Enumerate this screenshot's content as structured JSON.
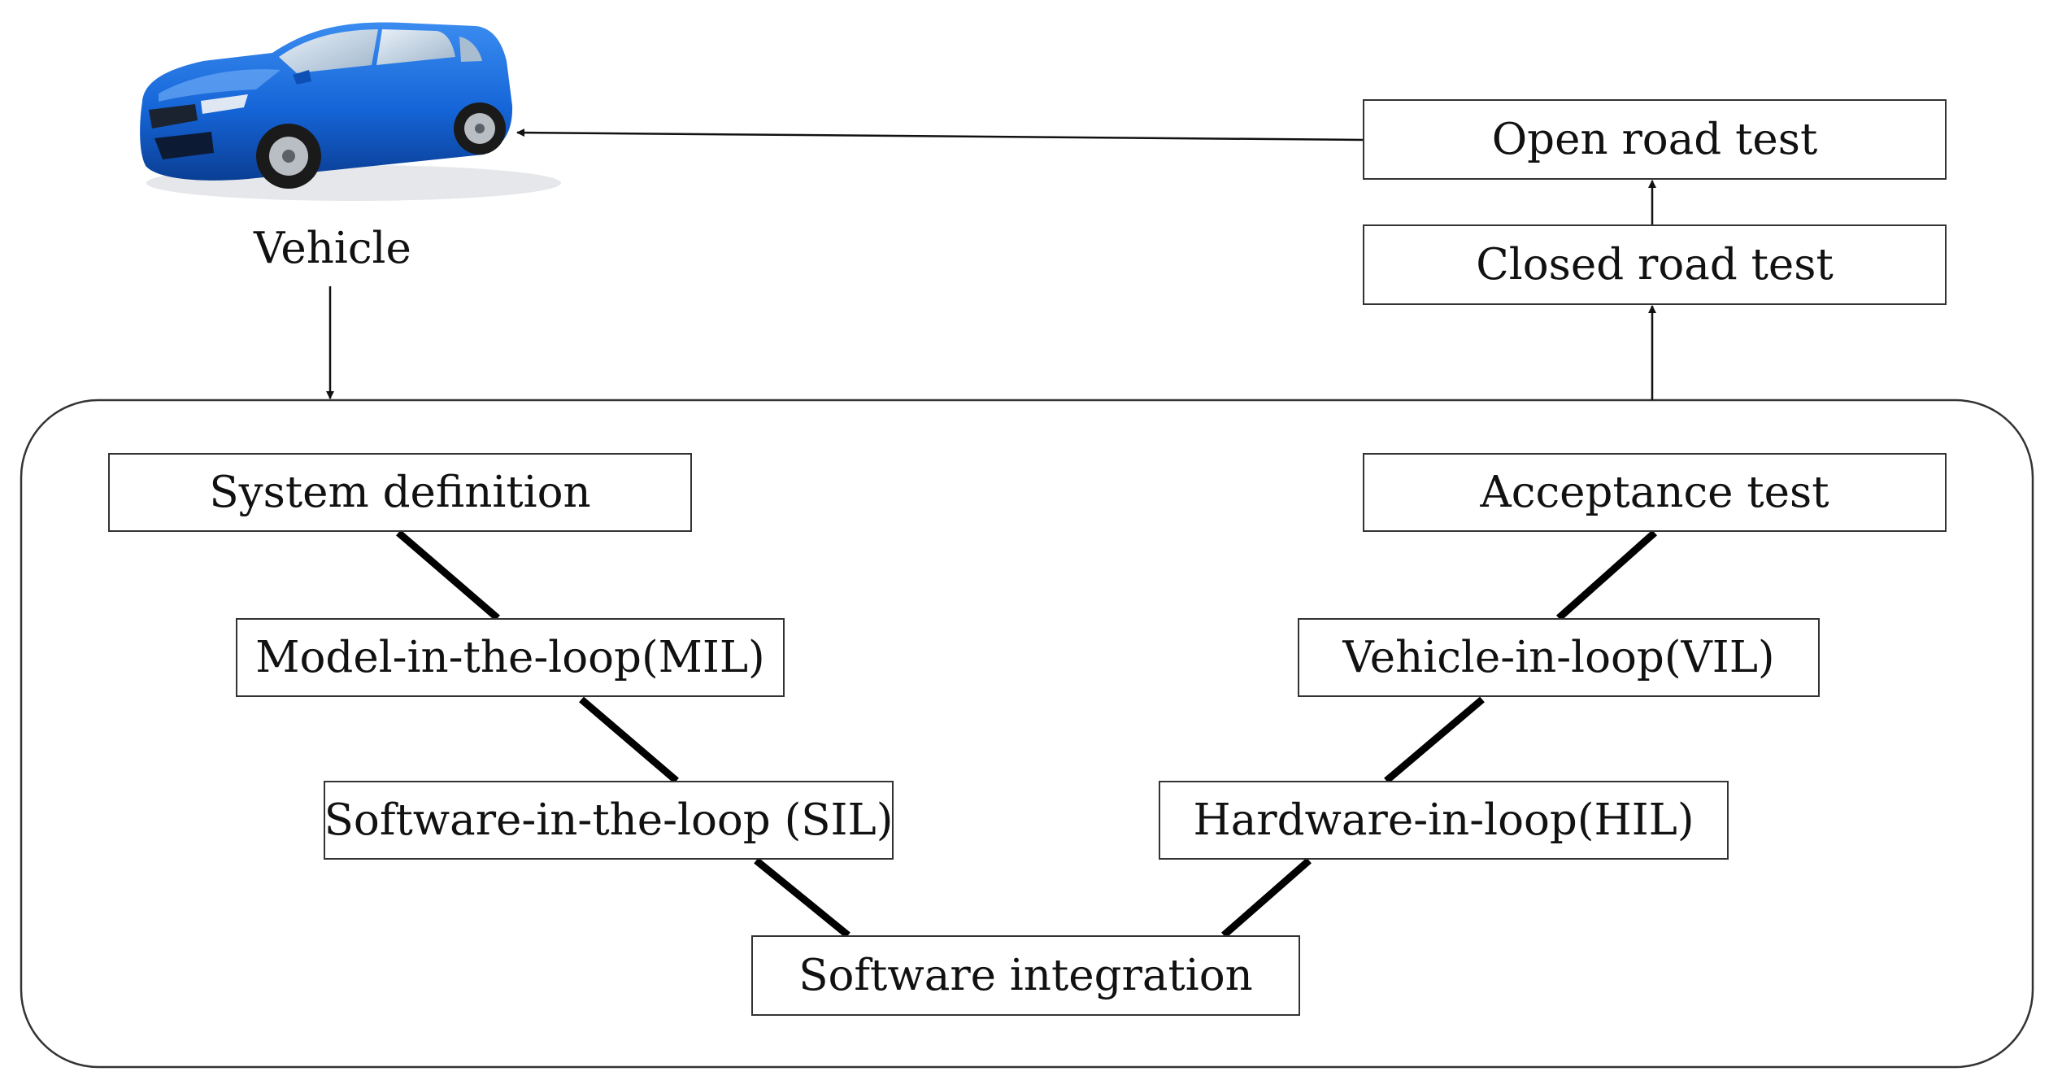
{
  "vehicle": {
    "caption": "Vehicle",
    "icon": "blue-hatchback-car-icon",
    "body_color": "#1565d8"
  },
  "nodes": {
    "open_road_test": "Open road test",
    "closed_road_test": "Closed road test",
    "system_definition": "System definition",
    "mil": "Model-in-the-loop(MIL)",
    "sil": "Software-in-the-loop (SIL)",
    "software_integration": "Software integration",
    "hil": "Hardware-in-loop(HIL)",
    "vil": "Vehicle-in-loop(VIL)",
    "acceptance_test": "Acceptance test"
  }
}
